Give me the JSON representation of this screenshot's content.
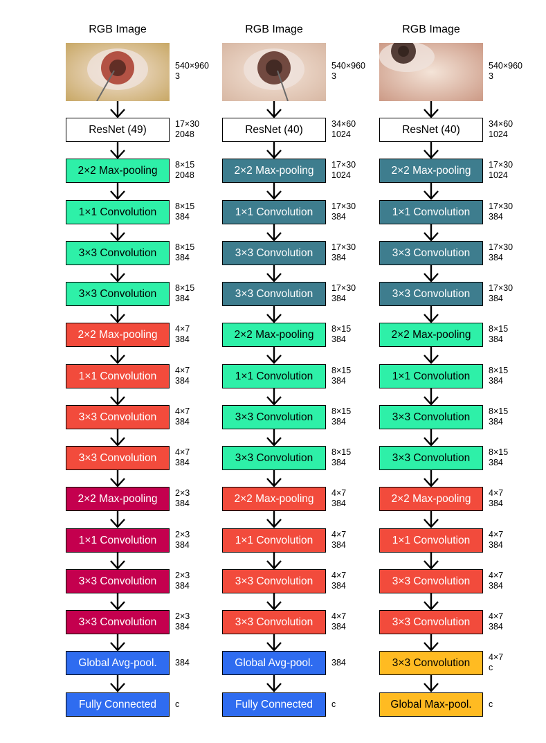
{
  "columns": [
    {
      "title": "RGB Image",
      "photo": {
        "dims": [
          "540×960",
          "3"
        ],
        "tint": "#c8a866",
        "iris": "#a8382a"
      },
      "layers": [
        {
          "label": "ResNet (49)",
          "color": "#ffffff",
          "text_color": "#000000",
          "dims": [
            "17×30",
            "2048"
          ]
        },
        {
          "label": "2×2 Max-pooling",
          "color": "#2ef0a8",
          "text_color": "#000000",
          "dims": [
            "8×15",
            "2048"
          ]
        },
        {
          "label": "1×1 Convolution",
          "color": "#2ef0a8",
          "text_color": "#000000",
          "dims": [
            "8×15",
            "384"
          ]
        },
        {
          "label": "3×3 Convolution",
          "color": "#2ef0a8",
          "text_color": "#000000",
          "dims": [
            "8×15",
            "384"
          ]
        },
        {
          "label": "3×3 Convolution",
          "color": "#2ef0a8",
          "text_color": "#000000",
          "dims": [
            "8×15",
            "384"
          ]
        },
        {
          "label": "2×2 Max-pooling",
          "color": "#f24b3c",
          "text_color": "#ffffff",
          "dims": [
            "4×7",
            "384"
          ]
        },
        {
          "label": "1×1 Convolution",
          "color": "#f24b3c",
          "text_color": "#ffffff",
          "dims": [
            "4×7",
            "384"
          ]
        },
        {
          "label": "3×3 Convolution",
          "color": "#f24b3c",
          "text_color": "#ffffff",
          "dims": [
            "4×7",
            "384"
          ]
        },
        {
          "label": "3×3 Convolution",
          "color": "#f24b3c",
          "text_color": "#ffffff",
          "dims": [
            "4×7",
            "384"
          ]
        },
        {
          "label": "2×2 Max-pooling",
          "color": "#c4004e",
          "text_color": "#ffffff",
          "dims": [
            "2×3",
            "384"
          ]
        },
        {
          "label": "1×1 Convolution",
          "color": "#c4004e",
          "text_color": "#ffffff",
          "dims": [
            "2×3",
            "384"
          ]
        },
        {
          "label": "3×3 Convolution",
          "color": "#c4004e",
          "text_color": "#ffffff",
          "dims": [
            "2×3",
            "384"
          ]
        },
        {
          "label": "3×3 Convolution",
          "color": "#c4004e",
          "text_color": "#ffffff",
          "dims": [
            "2×3",
            "384"
          ]
        },
        {
          "label": "Global Avg-pool.",
          "color": "#2f6cf0",
          "text_color": "#ffffff",
          "dims": [
            "384"
          ]
        },
        {
          "label": "Fully Connected",
          "color": "#2f6cf0",
          "text_color": "#ffffff",
          "dims": [
            "c"
          ]
        }
      ]
    },
    {
      "title": "RGB Image",
      "photo": {
        "dims": [
          "540×960",
          "3"
        ],
        "tint": "#d8b8a4",
        "iris": "#5a2e24"
      },
      "layers": [
        {
          "label": "ResNet (40)",
          "color": "#ffffff",
          "text_color": "#000000",
          "dims": [
            "34×60",
            "1024"
          ]
        },
        {
          "label": "2×2 Max-pooling",
          "color": "#3e7d8e",
          "text_color": "#ffffff",
          "dims": [
            "17×30",
            "1024"
          ]
        },
        {
          "label": "1×1 Convolution",
          "color": "#3e7d8e",
          "text_color": "#ffffff",
          "dims": [
            "17×30",
            "384"
          ]
        },
        {
          "label": "3×3 Convolution",
          "color": "#3e7d8e",
          "text_color": "#ffffff",
          "dims": [
            "17×30",
            "384"
          ]
        },
        {
          "label": "3×3 Convolution",
          "color": "#3e7d8e",
          "text_color": "#ffffff",
          "dims": [
            "17×30",
            "384"
          ]
        },
        {
          "label": "2×2 Max-pooling",
          "color": "#2ef0a8",
          "text_color": "#000000",
          "dims": [
            "8×15",
            "384"
          ]
        },
        {
          "label": "1×1 Convolution",
          "color": "#2ef0a8",
          "text_color": "#000000",
          "dims": [
            "8×15",
            "384"
          ]
        },
        {
          "label": "3×3 Convolution",
          "color": "#2ef0a8",
          "text_color": "#000000",
          "dims": [
            "8×15",
            "384"
          ]
        },
        {
          "label": "3×3 Convolution",
          "color": "#2ef0a8",
          "text_color": "#000000",
          "dims": [
            "8×15",
            "384"
          ]
        },
        {
          "label": "2×2 Max-pooling",
          "color": "#f24b3c",
          "text_color": "#ffffff",
          "dims": [
            "4×7",
            "384"
          ]
        },
        {
          "label": "1×1 Convolution",
          "color": "#f24b3c",
          "text_color": "#ffffff",
          "dims": [
            "4×7",
            "384"
          ]
        },
        {
          "label": "3×3 Convolution",
          "color": "#f24b3c",
          "text_color": "#ffffff",
          "dims": [
            "4×7",
            "384"
          ]
        },
        {
          "label": "3×3 Convolution",
          "color": "#f24b3c",
          "text_color": "#ffffff",
          "dims": [
            "4×7",
            "384"
          ]
        },
        {
          "label": "Global Avg-pool.",
          "color": "#2f6cf0",
          "text_color": "#ffffff",
          "dims": [
            "384"
          ]
        },
        {
          "label": "Fully Connected",
          "color": "#2f6cf0",
          "text_color": "#ffffff",
          "dims": [
            "c"
          ]
        }
      ]
    },
    {
      "title": "RGB Image",
      "photo": {
        "dims": [
          "540×960",
          "3"
        ],
        "tint": "#cc9a86",
        "iris": "#3a221c"
      },
      "layers": [
        {
          "label": "ResNet (40)",
          "color": "#ffffff",
          "text_color": "#000000",
          "dims": [
            "34×60",
            "1024"
          ]
        },
        {
          "label": "2×2 Max-pooling",
          "color": "#3e7d8e",
          "text_color": "#ffffff",
          "dims": [
            "17×30",
            "1024"
          ]
        },
        {
          "label": "1×1 Convolution",
          "color": "#3e7d8e",
          "text_color": "#ffffff",
          "dims": [
            "17×30",
            "384"
          ]
        },
        {
          "label": "3×3 Convolution",
          "color": "#3e7d8e",
          "text_color": "#ffffff",
          "dims": [
            "17×30",
            "384"
          ]
        },
        {
          "label": "3×3 Convolution",
          "color": "#3e7d8e",
          "text_color": "#ffffff",
          "dims": [
            "17×30",
            "384"
          ]
        },
        {
          "label": "2×2 Max-pooling",
          "color": "#2ef0a8",
          "text_color": "#000000",
          "dims": [
            "8×15",
            "384"
          ]
        },
        {
          "label": "1×1 Convolution",
          "color": "#2ef0a8",
          "text_color": "#000000",
          "dims": [
            "8×15",
            "384"
          ]
        },
        {
          "label": "3×3 Convolution",
          "color": "#2ef0a8",
          "text_color": "#000000",
          "dims": [
            "8×15",
            "384"
          ]
        },
        {
          "label": "3×3 Convolution",
          "color": "#2ef0a8",
          "text_color": "#000000",
          "dims": [
            "8×15",
            "384"
          ]
        },
        {
          "label": "2×2 Max-pooling",
          "color": "#f24b3c",
          "text_color": "#ffffff",
          "dims": [
            "4×7",
            "384"
          ]
        },
        {
          "label": "1×1 Convolution",
          "color": "#f24b3c",
          "text_color": "#ffffff",
          "dims": [
            "4×7",
            "384"
          ]
        },
        {
          "label": "3×3 Convolution",
          "color": "#f24b3c",
          "text_color": "#ffffff",
          "dims": [
            "4×7",
            "384"
          ]
        },
        {
          "label": "3×3 Convolution",
          "color": "#f24b3c",
          "text_color": "#ffffff",
          "dims": [
            "4×7",
            "384"
          ]
        },
        {
          "label": "3×3 Convolution",
          "color": "#ffbb22",
          "text_color": "#000000",
          "dims": [
            "4×7",
            "c"
          ]
        },
        {
          "label": "Global Max-pool.",
          "color": "#ffbb22",
          "text_color": "#000000",
          "dims": [
            "c"
          ]
        }
      ]
    }
  ]
}
